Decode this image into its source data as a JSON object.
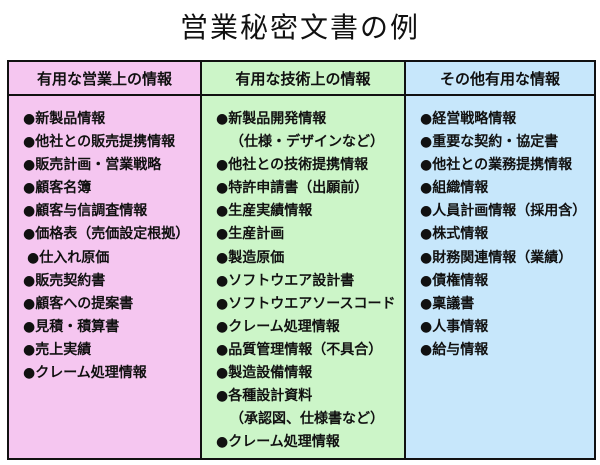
{
  "title": "営業秘密文書の例",
  "columns": [
    {
      "header": "有用な営業上の情報",
      "items": [
        "●新製品情報",
        "●他社との販売提携情報",
        "●販売計画・営業戦略",
        "●顧客名簿",
        "●顧客与信調査情報",
        "●価格表（売価設定根拠）",
        "●仕入れ原価",
        "●販売契約書",
        "●顧客への提案書",
        "●見積・積算書",
        "●売上実績",
        "●クレーム処理情報"
      ]
    },
    {
      "header": "有用な技術上の情報",
      "items": [
        "●新製品開発情報",
        "（仕様・デザインなど）",
        "●他社との技術提携情報",
        "●特許申請書（出願前）",
        "●生産実績情報",
        "●生産計画",
        "●製造原価",
        "●ソフトウエア設計書",
        "●ソフトウエアソースコード",
        "●クレーム処理情報",
        "●品質管理情報（不具合）",
        "●製造設備情報",
        "●各種設計資料",
        "（承認図、仕様書など）",
        "●クレーム処理情報"
      ]
    },
    {
      "header": "その他有用な情報",
      "items": [
        "●経営戦略情報",
        "●重要な契約・協定書",
        "●他社との業務提携情報",
        "●組織情報",
        "●人員計画情報（採用含）",
        "●株式情報",
        "●財務関連情報（業績）",
        "●債権情報",
        "●稟議書",
        "●人事情報",
        "●給与情報"
      ]
    }
  ]
}
